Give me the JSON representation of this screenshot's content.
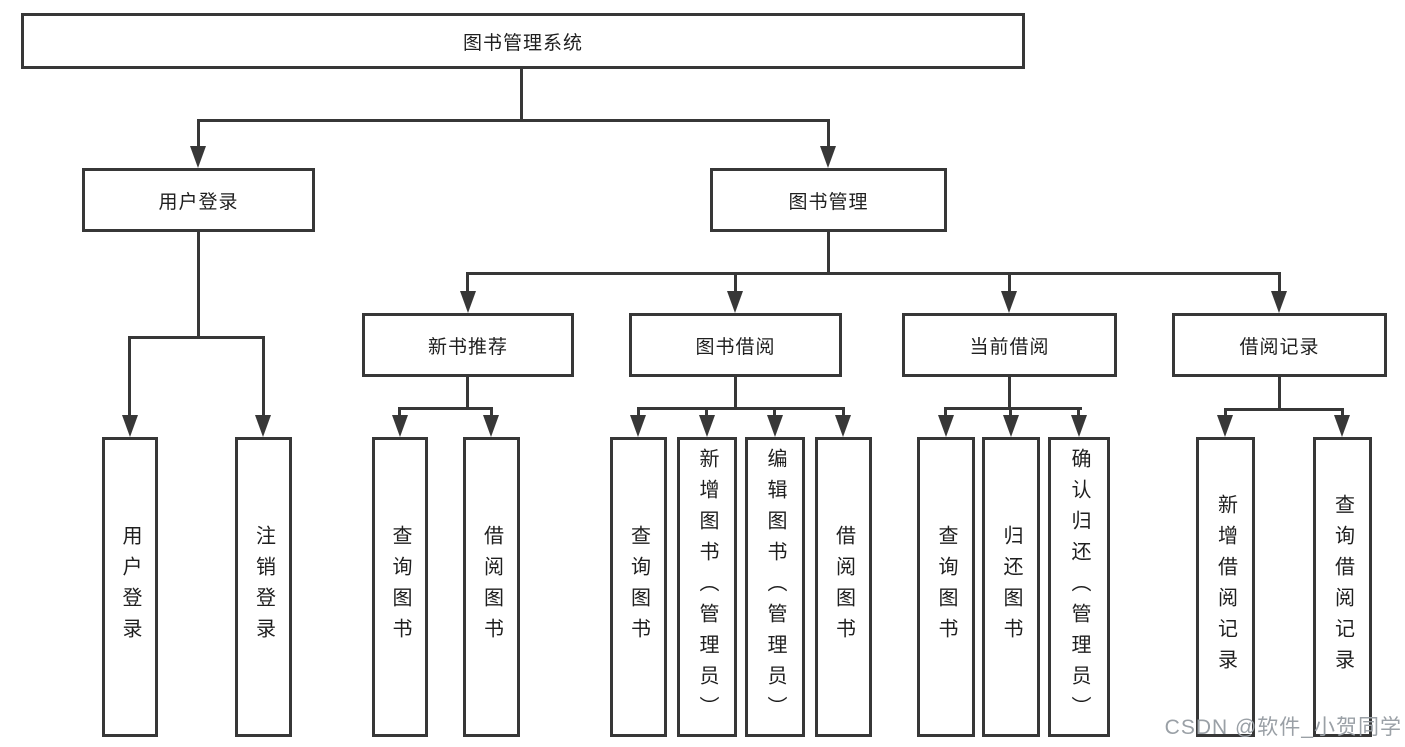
{
  "nodes": {
    "root": "图书管理系统",
    "user_login": "用户登录",
    "book_management": "图书管理",
    "new_book_recommend": "新书推荐",
    "book_borrowing": "图书借阅",
    "current_borrowing": "当前借阅",
    "borrowing_records": "借阅记录",
    "leaf_user_login": "用户登录",
    "leaf_logout": "注销登录",
    "leaf_nb_query_books": "查询图书",
    "leaf_nb_borrow_books": "借阅图书",
    "leaf_bb_query_books": "查询图书",
    "leaf_bb_add_books": "新增图书（管理员）",
    "leaf_bb_edit_books": "编辑图书（管理员）",
    "leaf_bb_borrow_books": "借阅图书",
    "leaf_cb_query_books": "查询图书",
    "leaf_cb_return_books": "归还图书",
    "leaf_cb_confirm_return": "确认归还（管理员）",
    "leaf_br_add_record": "新增借阅记录",
    "leaf_br_query_record": "查询借阅记录"
  },
  "watermark": "CSDN @软件_小贺同学",
  "colors": {
    "line": "#373737",
    "text": "#1f1f1f",
    "watermark": "#9aa0a6",
    "background": "#ffffff"
  }
}
